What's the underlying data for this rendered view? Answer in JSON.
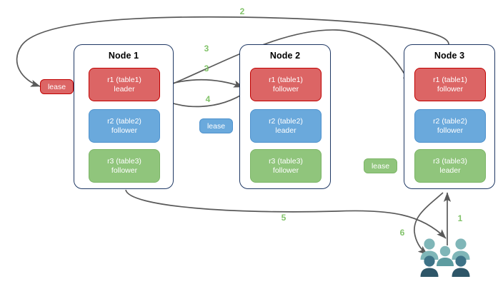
{
  "diagram": {
    "title": "raft-lease-topology",
    "colors": {
      "replica_red": "#dc6565",
      "replica_red_border": "#c00000",
      "replica_blue": "#6aa9dc",
      "replica_blue_border": "#4f92cd",
      "replica_green": "#90c57c",
      "replica_green_border": "#7cb567",
      "node_border": "#1f3864",
      "arrow": "#595959",
      "step_label": "#82c36a",
      "user_light": "#7fb6b8",
      "user_dark": "#2e5668"
    },
    "nodes": [
      {
        "id": "node1",
        "title": "Node 1",
        "replicas": [
          {
            "name": "r1 (table1)",
            "role": "leader",
            "color": "red"
          },
          {
            "name": "r2 (table2)",
            "role": "follower",
            "color": "blue"
          },
          {
            "name": "r3 (table3)",
            "role": "follower",
            "color": "green"
          }
        ]
      },
      {
        "id": "node2",
        "title": "Node 2",
        "replicas": [
          {
            "name": "r1 (table1)",
            "role": "follower",
            "color": "red"
          },
          {
            "name": "r2 (table2)",
            "role": "leader",
            "color": "blue"
          },
          {
            "name": "r3 (table3)",
            "role": "follower",
            "color": "green"
          }
        ]
      },
      {
        "id": "node3",
        "title": "Node 3",
        "replicas": [
          {
            "name": "r1 (table1)",
            "role": "follower",
            "color": "red"
          },
          {
            "name": "r2 (table2)",
            "role": "follower",
            "color": "blue"
          },
          {
            "name": "r3 (table3)",
            "role": "leader",
            "color": "green"
          }
        ]
      }
    ],
    "leases": [
      {
        "id": "lease-table1",
        "label": "lease",
        "color": "red"
      },
      {
        "id": "lease-table2",
        "label": "lease",
        "color": "blue"
      },
      {
        "id": "lease-table3",
        "label": "lease",
        "color": "green"
      }
    ],
    "steps": [
      {
        "id": "step-1",
        "label": "1"
      },
      {
        "id": "step-2",
        "label": "2"
      },
      {
        "id": "step-3a",
        "label": "3"
      },
      {
        "id": "step-3b",
        "label": "3"
      },
      {
        "id": "step-4",
        "label": "4"
      },
      {
        "id": "step-5",
        "label": "5"
      },
      {
        "id": "step-6",
        "label": "6"
      }
    ],
    "actor": {
      "id": "users",
      "icon": "users-icon",
      "people_count": 6
    }
  }
}
